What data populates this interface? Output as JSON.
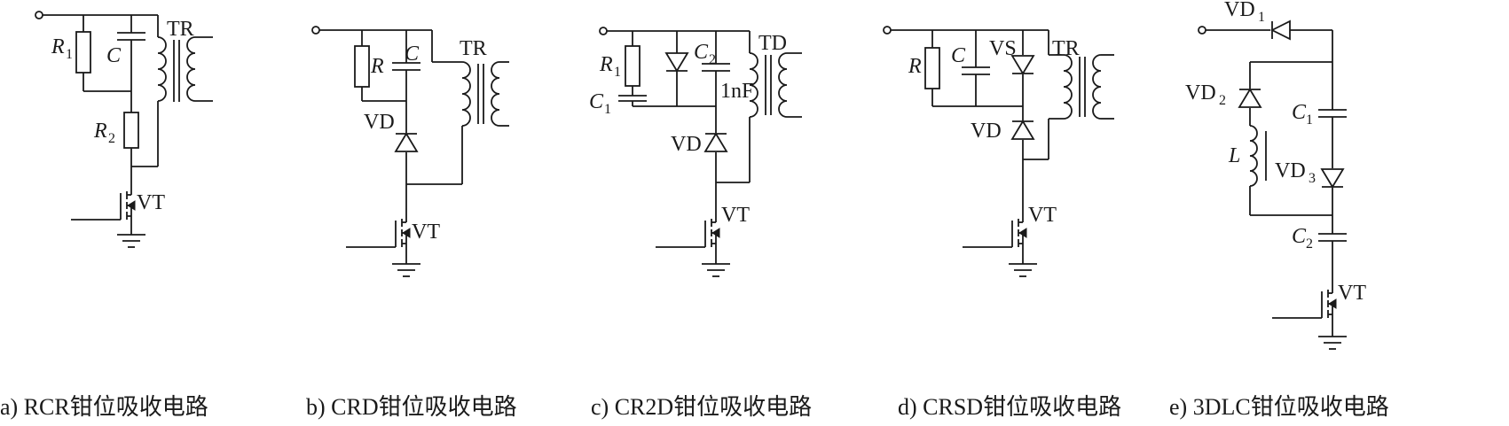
{
  "captions": {
    "a": "a) RCR钳位吸收电路",
    "b": "b) CRD钳位吸收电路",
    "c": "c) CR2D钳位吸收电路",
    "d": "d) CRSD钳位吸收电路",
    "e": "e) 3DLC钳位吸收电路"
  },
  "labels": {
    "a": {
      "r1": "R",
      "r1_sub": "1",
      "c": "C",
      "tr": "TR",
      "r2": "R",
      "r2_sub": "2",
      "vt": "VT"
    },
    "b": {
      "r": "R",
      "c": "C",
      "tr": "TR",
      "vd": "VD",
      "vt": "VT"
    },
    "c": {
      "r1": "R",
      "r1_sub": "1",
      "c1": "C",
      "c1_sub": "1",
      "c2": "C",
      "c2_sub": "2",
      "td": "TD",
      "cap_val": "1nF",
      "vd": "VD",
      "vt": "VT"
    },
    "d": {
      "r": "R",
      "c": "C",
      "vs": "VS",
      "tr": "TR",
      "vd": "VD",
      "vt": "VT"
    },
    "e": {
      "vd1": "VD",
      "vd1_sub": "1",
      "vd2": "VD",
      "vd2_sub": "2",
      "c1": "C",
      "c1_sub": "1",
      "l": "L",
      "vd3": "VD",
      "vd3_sub": "3",
      "c2": "C",
      "c2_sub": "2",
      "vt": "VT"
    }
  }
}
